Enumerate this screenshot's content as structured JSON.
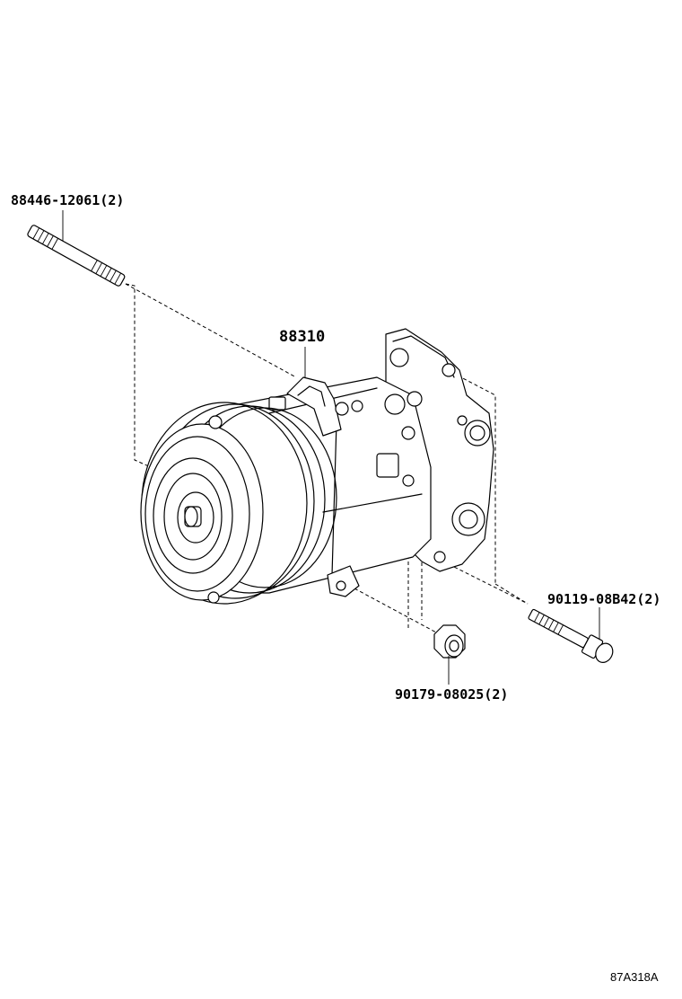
{
  "diagram": {
    "parts": [
      {
        "id": "stud",
        "part_number": "88446-12061",
        "quantity": "(2)"
      },
      {
        "id": "compressor",
        "part_number": "88310",
        "quantity": ""
      },
      {
        "id": "bolt",
        "part_number": "90119-08B42",
        "quantity": "(2)"
      },
      {
        "id": "nut",
        "part_number": "90179-08025",
        "quantity": "(2)"
      }
    ],
    "drawing_code": "87A318A"
  }
}
